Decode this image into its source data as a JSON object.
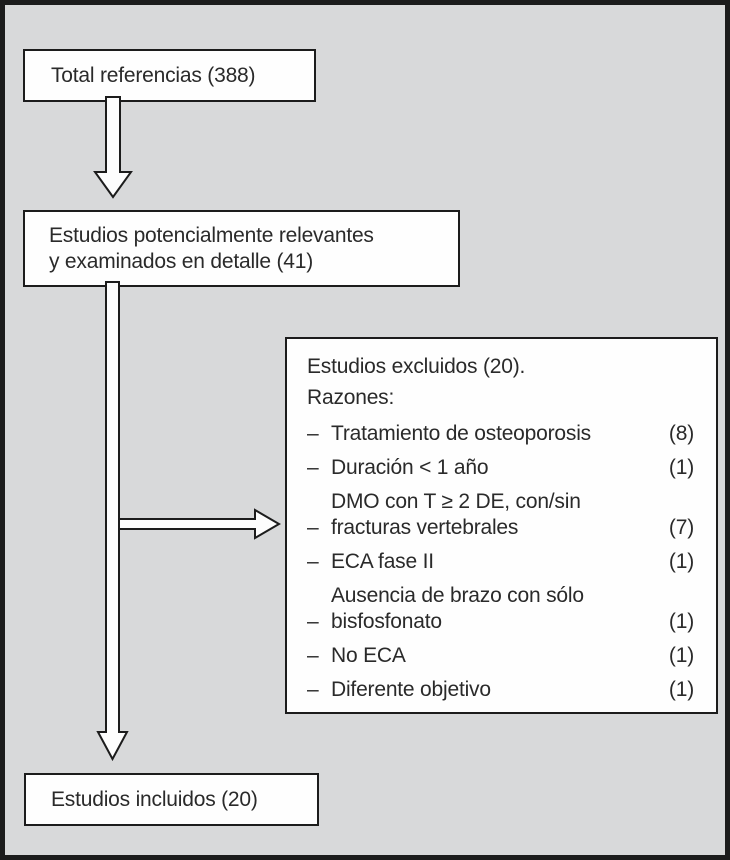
{
  "canvas": {
    "background_color": "#d8d9da",
    "frame_color": "#1c1c1c",
    "box_fill_color": "#fefefe",
    "box_border_color": "#1c1c1c",
    "text_color": "#2a2a2a"
  },
  "flowchart": {
    "total": {
      "label": "Total referencias (388)"
    },
    "potential": {
      "line1": "Estudios potencialmente relevantes",
      "line2": "y examinados en detalle (41)"
    },
    "excluded": {
      "title": "Estudios excluidos (20).",
      "subtitle": "Razones:",
      "dash": "–",
      "reasons": [
        {
          "text": "Tratamiento de osteoporosis",
          "wrap": "",
          "count": "(8)"
        },
        {
          "text": "Duración < 1 año",
          "wrap": "",
          "count": "(1)"
        },
        {
          "text": "DMO con T ≥ 2 DE, con/sin",
          "wrap": "fracturas vertebrales",
          "count": "(7)"
        },
        {
          "text": "ECA fase II",
          "wrap": "",
          "count": "(1)"
        },
        {
          "text": "Ausencia de brazo con sólo",
          "wrap": "bisfosfonato",
          "count": "(1)"
        },
        {
          "text": "No ECA",
          "wrap": "",
          "count": "(1)"
        },
        {
          "text": "Diferente objetivo",
          "wrap": "",
          "count": "(1)"
        }
      ]
    },
    "included": {
      "label": "Estudios incluidos (20)"
    }
  }
}
